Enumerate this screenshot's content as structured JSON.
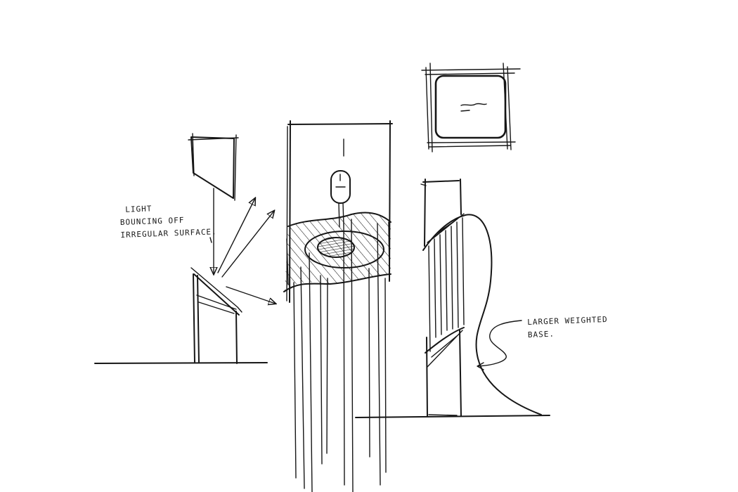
{
  "annotations": {
    "light": {
      "line1": "LIGHT",
      "line2": "BOUNCING OFF",
      "line3": "IRREGULAR SURFACE."
    },
    "base": {
      "line1": "LARGER WEIGHTED",
      "line2": "BASE."
    }
  },
  "colors": {
    "ink": "#161616",
    "paper": "#ffffff"
  }
}
